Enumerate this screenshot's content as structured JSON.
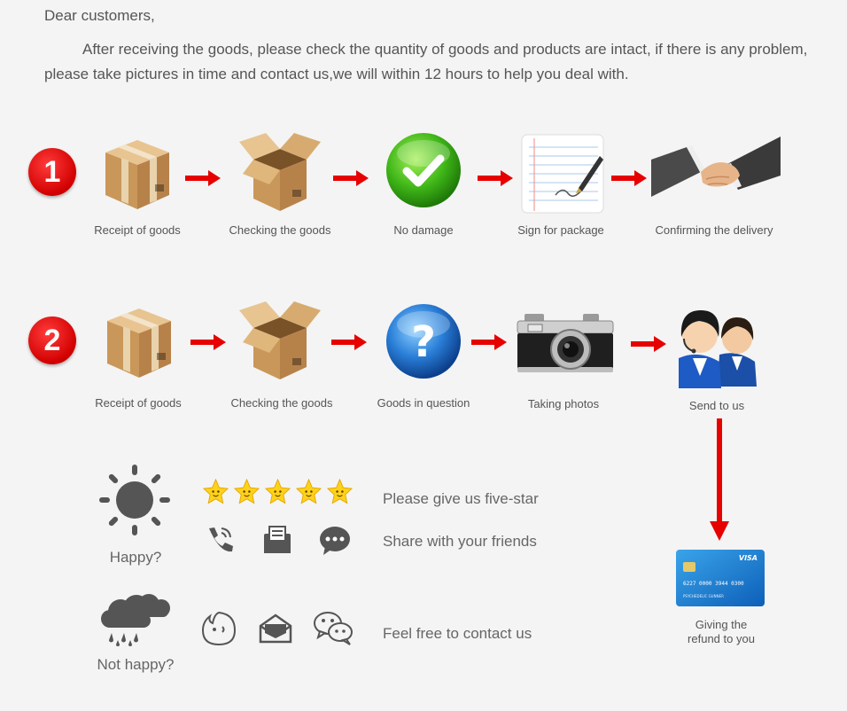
{
  "greeting": "Dear customers,",
  "intro": "After receiving the goods, please check the quantity of goods and products are intact, if there is any problem, please take pictures in time and contact us,we will within 12 hours to help you deal with.",
  "flow1": {
    "number": "1",
    "steps": [
      {
        "label": "Receipt of goods",
        "icon": "closed-box-icon"
      },
      {
        "label": "Checking the goods",
        "icon": "open-box-icon"
      },
      {
        "label": "No damage",
        "icon": "green-check-icon"
      },
      {
        "label": "Sign for package",
        "icon": "notepad-pen-icon"
      },
      {
        "label": "Confirming the delivery",
        "icon": "handshake-icon"
      }
    ]
  },
  "flow2": {
    "number": "2",
    "steps": [
      {
        "label": "Receipt of goods",
        "icon": "closed-box-icon"
      },
      {
        "label": "Checking the goods",
        "icon": "open-box-icon"
      },
      {
        "label": "Goods in question",
        "icon": "question-globe-icon"
      },
      {
        "label": "Taking photos",
        "icon": "camera-icon"
      },
      {
        "label": "Send to us",
        "icon": "customer-service-icon"
      }
    ]
  },
  "refund": {
    "label_line1": "Giving the",
    "label_line2": "refund to you",
    "card_brand": "VISA",
    "card_number": "6227 0000 3944 0300",
    "card_holder": "PSYCHEDELIC GUNNER"
  },
  "happy": {
    "label": "Happy?",
    "line1": "Please give us five-star",
    "line2": "Share with your friends"
  },
  "unhappy": {
    "label": "Not happy?",
    "line1": "Feel free to contact us"
  },
  "colors": {
    "arrow": "#e60000",
    "star": "#ffd21a",
    "icon_gray": "#555555"
  }
}
